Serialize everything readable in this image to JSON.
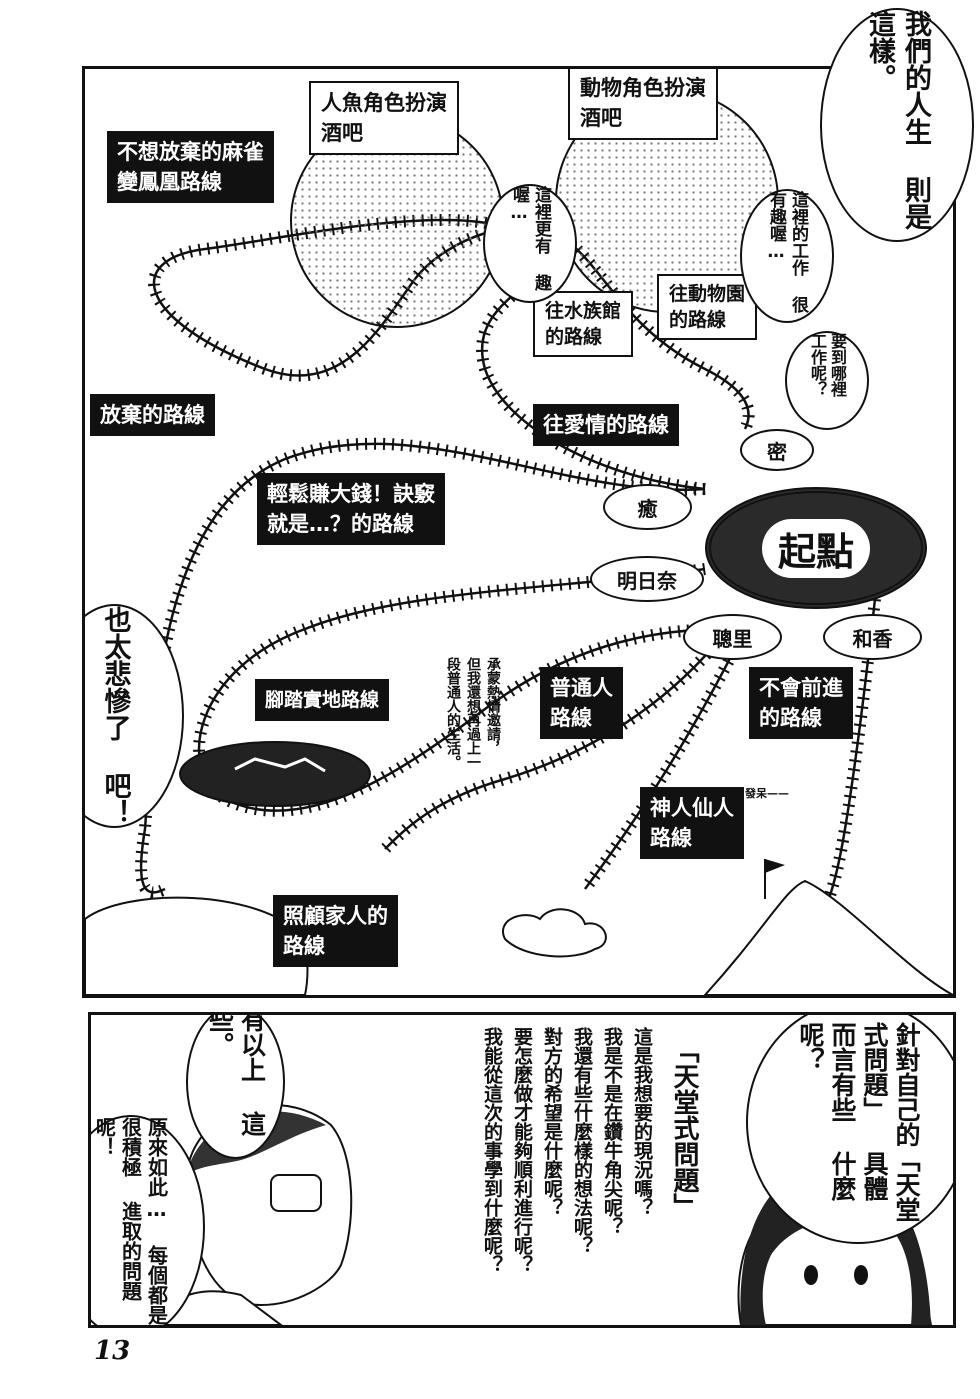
{
  "panel1": {
    "intro_bubble": "我們的人生\n則是這樣。",
    "labels": {
      "mahjong": "不想放棄的麻雀\n變鳳凰路線",
      "mermaid_bar": "人魚角色扮演\n酒吧",
      "animal_bar": "動物角色扮演\n酒吧",
      "giveup": "放棄的路線",
      "love": "往愛情的路線",
      "easy_money": "輕鬆賺大錢！訣竅\n就是…？的路線",
      "steady": "腳踏實地路線",
      "normal": "普通人\n路線",
      "no_progress": "不會前進\n的路線",
      "divine": "神人仙人\n路線",
      "family": "照顧家人的\n路線",
      "aquarium_sign": "往水族館\n的路線",
      "zoo_sign": "往動物園\n的路線"
    },
    "speech": {
      "aquarium": "這裡更有\n趣喔…",
      "zoo": "這裡的工作\n很有趣喔…",
      "where": "要到哪裡\n工作呢？",
      "too_sad": "也太悲慘了\n吧！",
      "reply": "承蒙熱情邀請，\n但我還想再過上一\n段普通人的生活。",
      "blink_sfx": "發呆——"
    },
    "stations": {
      "start": "起點",
      "mi": "密",
      "yu": "癒",
      "asuna": "明日奈",
      "satori": "聰里",
      "waka": "和香"
    }
  },
  "panel2": {
    "bubble_man": "有以上\n這些。",
    "bubble_man2": "原來如此…\n每個都是很積極\n進取的問題呢！",
    "bubble_girl": "針對自己的「天堂式問題」\n具體而言有些\n什麼呢？",
    "list_title": "「天堂式問題」",
    "list_items": [
      "這是我想要的現況嗎？",
      "我是不是在鑽牛角尖呢？",
      "我還有些什麼樣的想法呢？",
      "對方的希望是什麼呢？",
      "要怎麼做才能夠順利進行呢？",
      "我能從這次的事學到什麼呢？"
    ]
  },
  "page_number": "13"
}
